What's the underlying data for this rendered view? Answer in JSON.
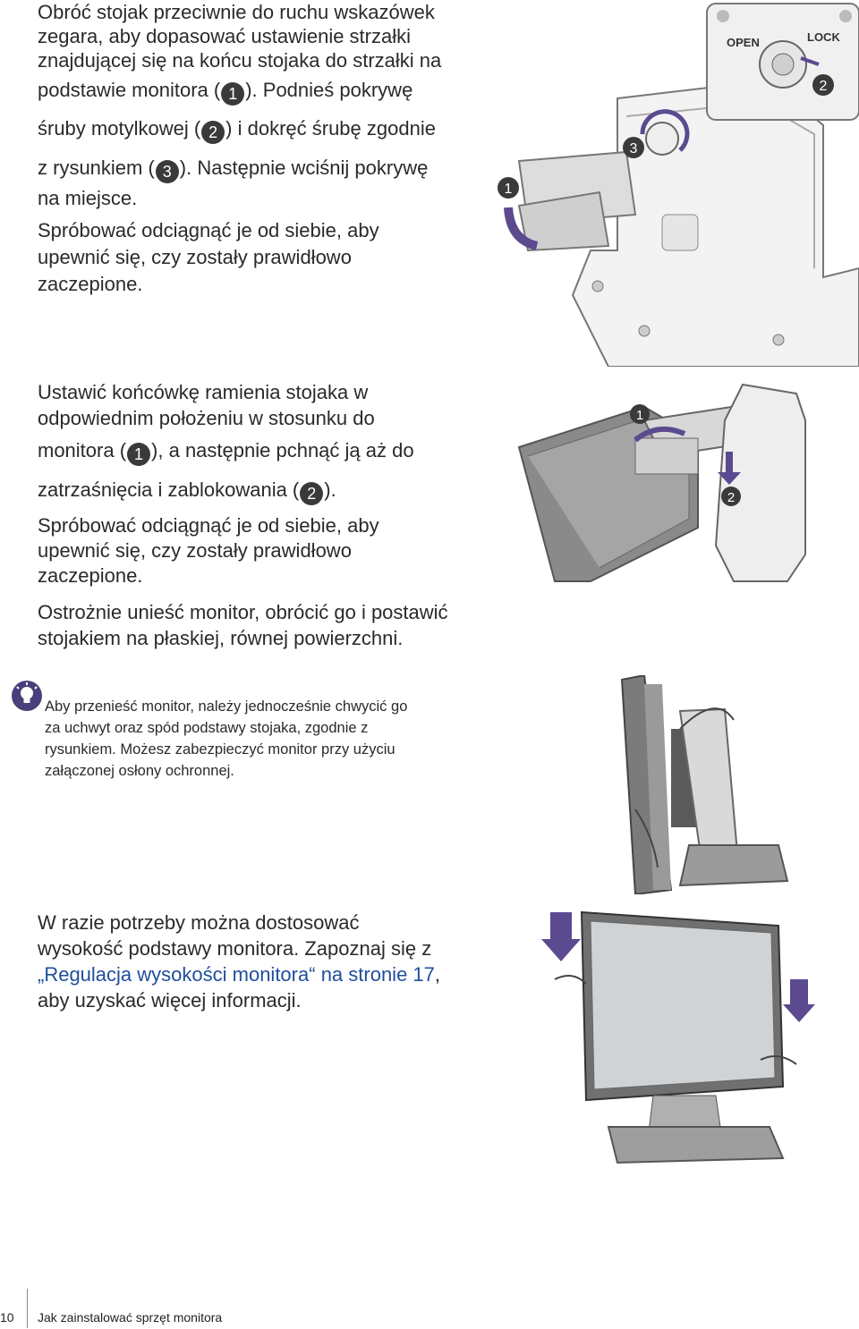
{
  "step1": {
    "line1": "Obróć stojak przeciwnie do ruchu wskazówek",
    "line2": "zegara, aby dopasować ustawienie strzałki",
    "line3": "znajdującej się na końcu stojaka do strzałki na",
    "line4a": "podstawie monitora (",
    "line4b": "). Podnieś pokrywę",
    "line5a": "śruby motylkowej (",
    "line5b": ") i dokręć śrubę zgodnie",
    "line6a": "z rysunkiem (",
    "line6b": "). Następnie wciśnij pokrywę",
    "line7": "na miejsce.",
    "check1": "Spróbować odciągnąć je od siebie, aby",
    "check2": "upewnić się, czy zostały prawidłowo",
    "check3": "zaczepione."
  },
  "step2": {
    "line1": "Ustawić końcówkę ramienia stojaka w",
    "line2": "odpowiednim położeniu w stosunku do",
    "line3a": "monitora (",
    "line3b": "), a następnie pchnąć ją aż do",
    "line4a": "zatrzaśnięcia i zablokowania (",
    "line4b": ").",
    "check1": "Spróbować odciągnąć je od siebie, aby",
    "check2": "upewnić się, czy zostały prawidłowo",
    "check3": "zaczepione.",
    "lift1": "Ostrożnie unieść monitor, obrócić go i postawić",
    "lift2": "stojakiem na płaskiej, równej powierzchni."
  },
  "tip": {
    "line1": "Aby przenieść monitor, należy jednocześnie chwycić go",
    "line2": "za uchwyt oraz spód podstawy stojaka, zgodnie z",
    "line3": "rysunkiem. Możesz zabezpieczyć monitor przy użyciu",
    "line4": "załączonej osłony ochronnej."
  },
  "step3": {
    "line1": "W razie potrzeby można dostosować",
    "line2": "wysokość podstawy monitora. Zapoznaj się z",
    "link_quote_open": "„",
    "link_text": "Regulacja wysokości monitora",
    "link_quote_close": "“",
    "link_page": "na stronie 17",
    "line3_tail": ",",
    "line4": "aby uzyskać więcej informacji."
  },
  "markers": {
    "one": "1",
    "two": "2",
    "three": "3"
  },
  "figure_labels": {
    "open": "OPEN",
    "lock": "LOCK"
  },
  "footer": {
    "page_number": "10",
    "title": "Jak zainstalować sprzęt monitora"
  },
  "colors": {
    "arrow": "#5b4a8f",
    "link": "#1f4e9c",
    "marker": "#3a3a3a"
  }
}
